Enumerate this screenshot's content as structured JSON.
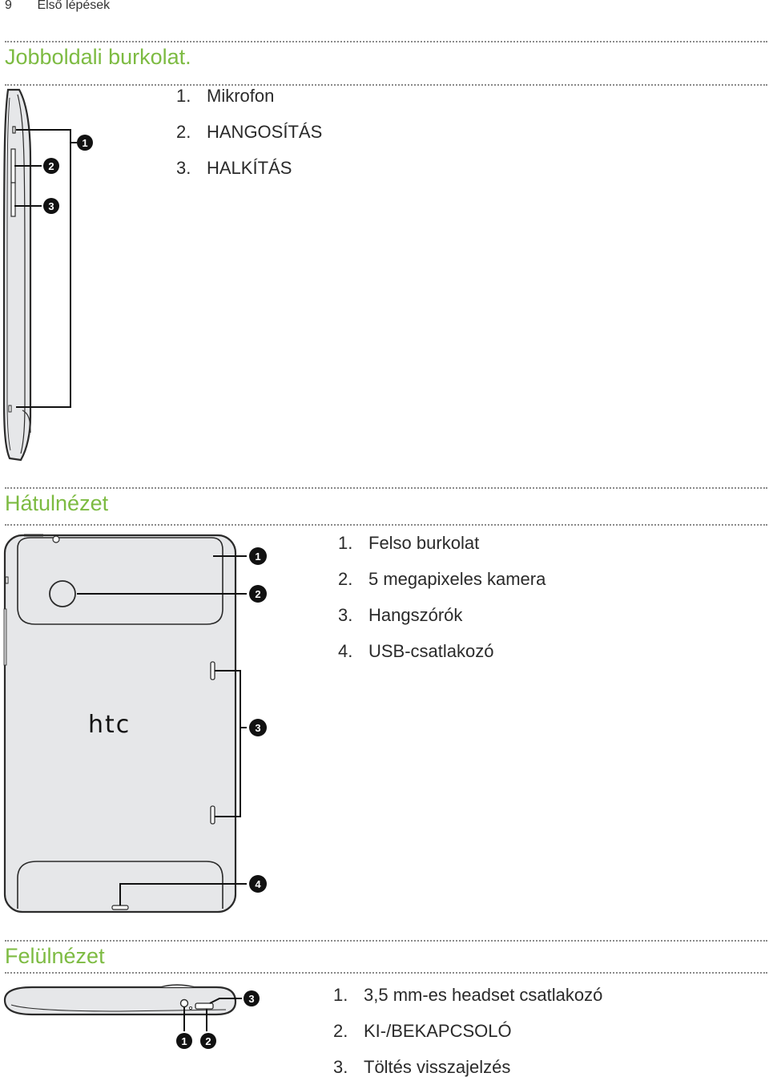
{
  "header": {
    "page_number": "9",
    "chapter": "Első lépések"
  },
  "sections": [
    {
      "title": "Jobboldali burkolat.",
      "items": [
        {
          "num": "1.",
          "text": "Mikrofon"
        },
        {
          "num": "2.",
          "text": "HANGOSÍTÁS"
        },
        {
          "num": "3.",
          "text": "HALKÍTÁS"
        }
      ],
      "callouts": [
        "1",
        "2",
        "3"
      ]
    },
    {
      "title": "Hátulnézet",
      "items": [
        {
          "num": "1.",
          "text": "Felso burkolat"
        },
        {
          "num": "2.",
          "text": "5 megapixeles kamera"
        },
        {
          "num": "3.",
          "text": "Hangszórók"
        },
        {
          "num": "4.",
          "text": "USB-csatlakozó"
        }
      ],
      "callouts": [
        "1",
        "2",
        "3",
        "4"
      ],
      "brand_logo": "htc"
    },
    {
      "title": "Felülnézet",
      "items": [
        {
          "num": "1.",
          "text": "3,5 mm-es headset csatlakozó"
        },
        {
          "num": "2.",
          "text": "KI-/BEKAPCSOLÓ"
        },
        {
          "num": "3.",
          "text": "Töltés visszajelzés"
        }
      ],
      "callouts": [
        "1",
        "2",
        "3"
      ]
    }
  ],
  "colors": {
    "section_title": "#7dbb42",
    "device_fill": "#e6e7e9",
    "device_stroke": "#2b2b2b",
    "callout": "#111111"
  }
}
